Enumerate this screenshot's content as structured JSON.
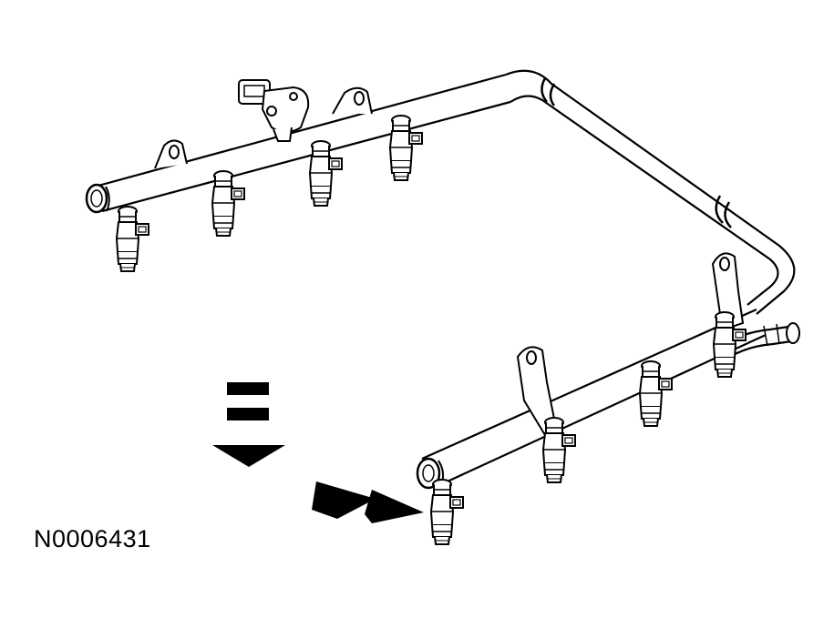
{
  "figure_id": "N0006431",
  "colors": {
    "line": "#000000",
    "fill": "#ffffff",
    "arrow": "#000000"
  },
  "components": {
    "left_fuel_rail": {
      "injector_count": 4
    },
    "right_fuel_rail": {
      "injector_count": 4
    },
    "crossover_tube": {},
    "fuel_pressure_sensor": {},
    "arrows": [
      "direction-arrow-down",
      "direction-arrow-right"
    ]
  }
}
